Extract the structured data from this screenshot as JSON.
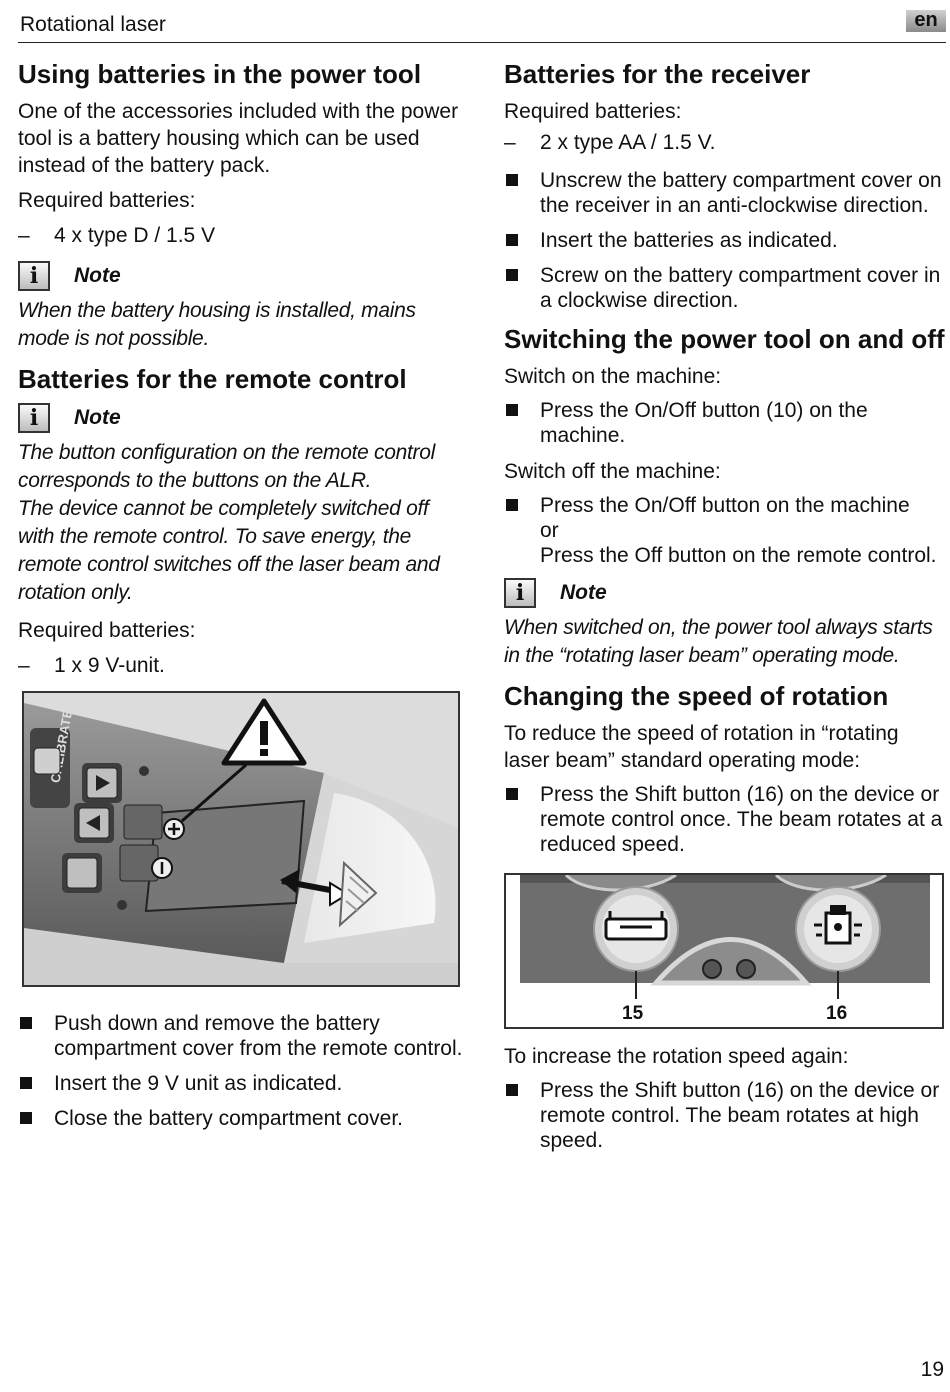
{
  "header": {
    "title": "Rotational laser",
    "lang": "en"
  },
  "left": {
    "h1": "Using batteries in the power tool",
    "p1": "One of the accessories included with the power tool is a battery housing which can be used instead of the battery pack.",
    "req1": "Required batteries:",
    "req1_item": "4 x type D / 1.5 V",
    "note1_label": "Note",
    "note1_text": "When the battery housing is installed, mains mode is not possible.",
    "h2": "Batteries for the remote control",
    "note2_label": "Note",
    "note2_text1": "The button configuration on the remote control corresponds to the buttons on the ALR.",
    "note2_text2": "The device cannot be completely switched off with the remote control. To save energy, the remote control switches off the laser beam and rotation only.",
    "req2": "Required batteries:",
    "req2_item": "1 x 9 V-unit.",
    "steps": [
      "Push down and remove the battery compartment cover from the remote control.",
      "Insert the 9 V unit as indicated.",
      "Close the battery compartment cover."
    ]
  },
  "right": {
    "h1": "Batteries for the receiver",
    "req": "Required batteries:",
    "req_item": "2 x type AA / 1.5 V.",
    "steps1": [
      "Unscrew the battery compartment cover on the receiver in an anti-clockwise direction.",
      "Insert the batteries as indicated.",
      "Screw on the battery compartment cover in a clockwise direction."
    ],
    "h2": "Switching the power tool on and off",
    "on_label": "Switch on the machine:",
    "on_step": "Press the On/Off button (10) on the machine.",
    "off_label": "Switch off the machine:",
    "off_step_a": "Press the On/Off button on the machine",
    "off_step_or": "or",
    "off_step_b": "Press the Off button on the remote control.",
    "note_label": "Note",
    "note_text": "When switched on, the power tool always starts in the “rotating laser beam” operating mode.",
    "h3": "Changing the speed of rotation",
    "p_reduce": "To reduce the speed of rotation in “rotating laser beam” standard operating mode:",
    "step_reduce": "Press the Shift button (16) on the device or remote control once. The beam rotates at a reduced speed.",
    "fig_label_15": "15",
    "fig_label_16": "16",
    "p_increase": "To increase the rotation speed again:",
    "step_increase": "Press the Shift button (16) on the device or remote control. The beam rotates at high speed."
  },
  "figure1": {
    "button_label": "CALIBRATE"
  },
  "page_number": "19"
}
